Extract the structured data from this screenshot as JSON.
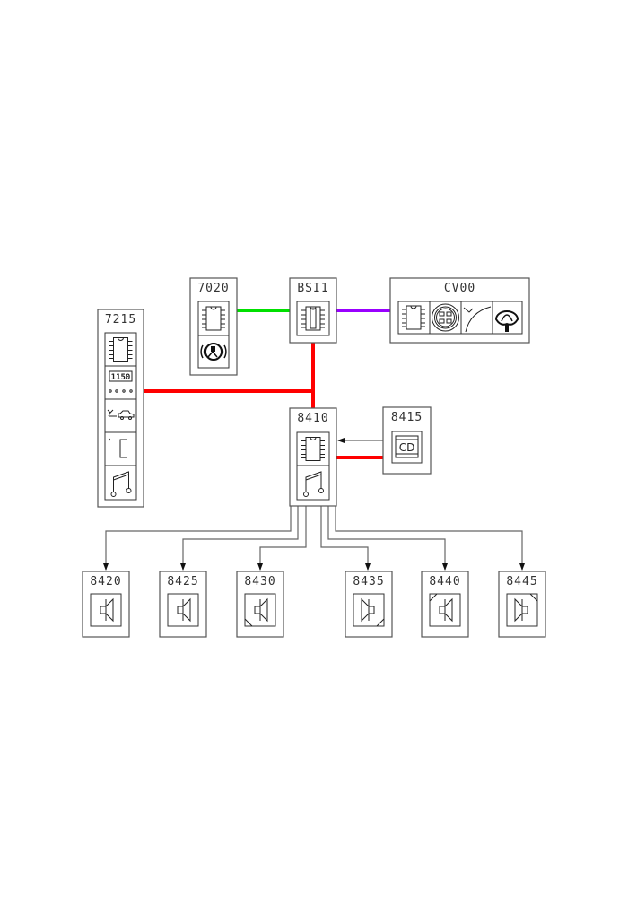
{
  "colors": {
    "can_bus": "#ff0000",
    "comfort_bus": "#00e000",
    "body_bus": "#9900ff",
    "signal_wire": "#666666"
  },
  "modules": {
    "m7215": {
      "label": "7215",
      "icons": [
        "ecu-chip-icon",
        "clock-display-icon",
        "vehicle-icon",
        "temperature-display-icon",
        "music-note-icon"
      ]
    },
    "m7020": {
      "label": "7020",
      "icons": [
        "ecu-chip-icon",
        "alarm-icon"
      ]
    },
    "bsi1": {
      "label": "BSI1",
      "icons": [
        "fuse-chip-icon"
      ]
    },
    "cv00": {
      "label": "CV00",
      "icons": [
        "ecu-chip-icon",
        "switch-control-icon",
        "wiper-icon",
        "horn-icon"
      ]
    },
    "m8410": {
      "label": "8410",
      "icons": [
        "ecu-chip-icon",
        "music-note-icon"
      ]
    },
    "m8415": {
      "label": "8415",
      "icons": [
        "cd-changer-icon"
      ]
    },
    "speakers": [
      {
        "label": "8420"
      },
      {
        "label": "8425"
      },
      {
        "label": "8430"
      },
      {
        "label": "8435"
      },
      {
        "label": "8440"
      },
      {
        "label": "8445"
      }
    ]
  },
  "connections": [
    {
      "from": "7020",
      "to": "BSI1",
      "type": "comfort_bus"
    },
    {
      "from": "BSI1",
      "to": "CV00",
      "type": "body_bus"
    },
    {
      "from": "BSI1",
      "to": "8410",
      "type": "can_bus"
    },
    {
      "from": "7215",
      "to": "BSI1",
      "type": "can_bus"
    },
    {
      "from": "8415",
      "to": "8410",
      "type": "signal"
    },
    {
      "from": "8415",
      "to": "8410",
      "type": "can_bus"
    },
    {
      "from": "8410",
      "to": "8420",
      "type": "signal"
    },
    {
      "from": "8410",
      "to": "8425",
      "type": "signal"
    },
    {
      "from": "8410",
      "to": "8430",
      "type": "signal"
    },
    {
      "from": "8410",
      "to": "8435",
      "type": "signal"
    },
    {
      "from": "8410",
      "to": "8440",
      "type": "signal"
    },
    {
      "from": "8410",
      "to": "8445",
      "type": "signal"
    }
  ]
}
